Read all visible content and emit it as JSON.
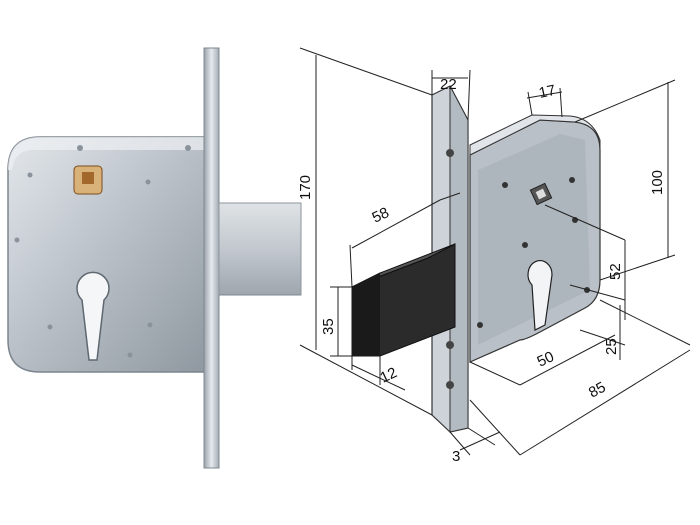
{
  "dimensions": {
    "width_22": "22",
    "depth_17": "17",
    "height_170": "170",
    "height_100": "100",
    "bolt_58": "58",
    "center_52": "52",
    "bolt_35": "35",
    "bolt_12": "12",
    "key_50": "50",
    "key_25": "25",
    "backset_85": "85",
    "plate_3": "3"
  },
  "colors": {
    "steel_light": "#d4d9de",
    "steel_mid": "#aab2ba",
    "steel_dark": "#6f7983",
    "brass": "#b07a3a",
    "bolt_dark": "#2a2a2a"
  }
}
